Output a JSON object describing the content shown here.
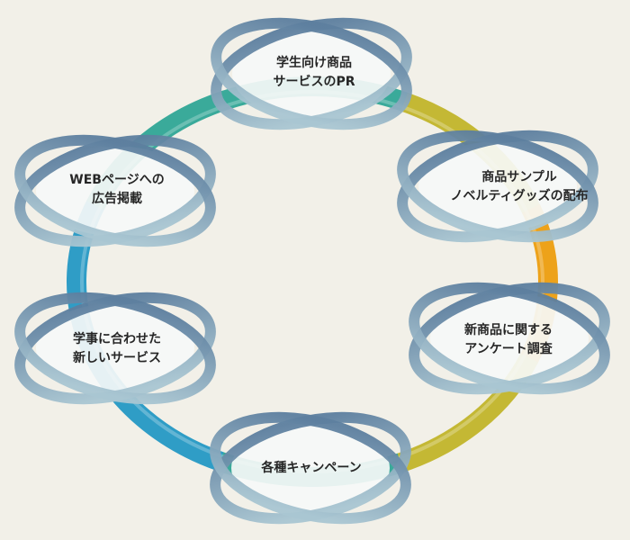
{
  "diagram": {
    "colors": {
      "background": "#f2f0e8",
      "ring_segments": [
        "#3aaa9a",
        "#c4b834",
        "#eda21a",
        "#c4b834",
        "#3aaa9a",
        "#2f9dc6",
        "#2f9dc6",
        "#3aaa9a"
      ],
      "ellipse_dark": "#5d7f9f",
      "ellipse_light": "#a9c6d2",
      "label_text": "#262626"
    },
    "nodes": [
      {
        "id": "top",
        "lines": [
          "学生向け商品",
          "サービスのPR"
        ]
      },
      {
        "id": "upper-right",
        "lines": [
          "商品サンプル",
          "ノベルティグッズの配布"
        ]
      },
      {
        "id": "lower-right",
        "lines": [
          "新商品に関する",
          "アンケート調査"
        ]
      },
      {
        "id": "bottom",
        "lines": [
          "各種キャンペーン"
        ]
      },
      {
        "id": "lower-left",
        "lines": [
          "学事に合わせた",
          "新しいサービス"
        ]
      },
      {
        "id": "upper-left",
        "lines": [
          "WEBページへの",
          "広告掲載"
        ]
      }
    ]
  }
}
